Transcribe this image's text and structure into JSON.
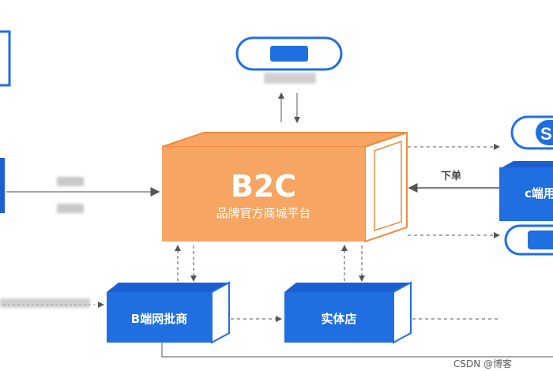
{
  "center_box": {
    "title": "B2C",
    "subtitle": "品牌官方商城平台"
  },
  "nodes": {
    "b_wholesaler": "B端网批商",
    "physical_store": "实体店",
    "c_user": "c端用"
  },
  "edge_labels": {
    "order": "下单"
  },
  "watermark": "CSDN @博客"
}
